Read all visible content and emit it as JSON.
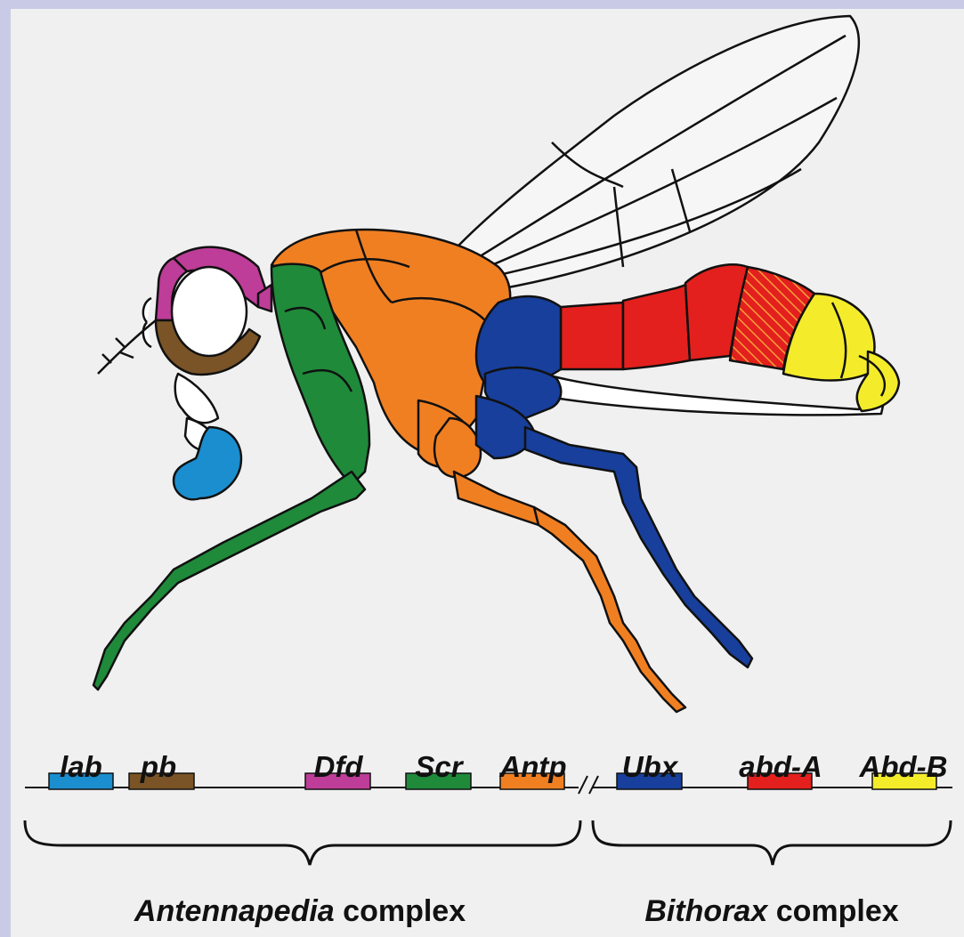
{
  "genes": [
    {
      "name": "lab",
      "color": "#1b8ecf"
    },
    {
      "name": "pb",
      "color": "#7a5426"
    },
    {
      "name": "Dfd",
      "color": "#bd3d98"
    },
    {
      "name": "Scr",
      "color": "#1f8a3a"
    },
    {
      "name": "Antp",
      "color": "#f07f22"
    },
    {
      "name": "Ubx",
      "color": "#173f9b"
    },
    {
      "name": "abd-A",
      "color": "#e3201d"
    },
    {
      "name": "Abd-B",
      "color": "#f4ec2a"
    }
  ],
  "complexes": {
    "antennapedia": {
      "name": "Antennapedia",
      "suffix": "complex"
    },
    "bithorax": {
      "name": "Bithorax",
      "suffix": "complex"
    }
  },
  "colors": {
    "background_border": "#c9cbe6",
    "panel": "#f0f0f0",
    "outline": "#111111"
  }
}
